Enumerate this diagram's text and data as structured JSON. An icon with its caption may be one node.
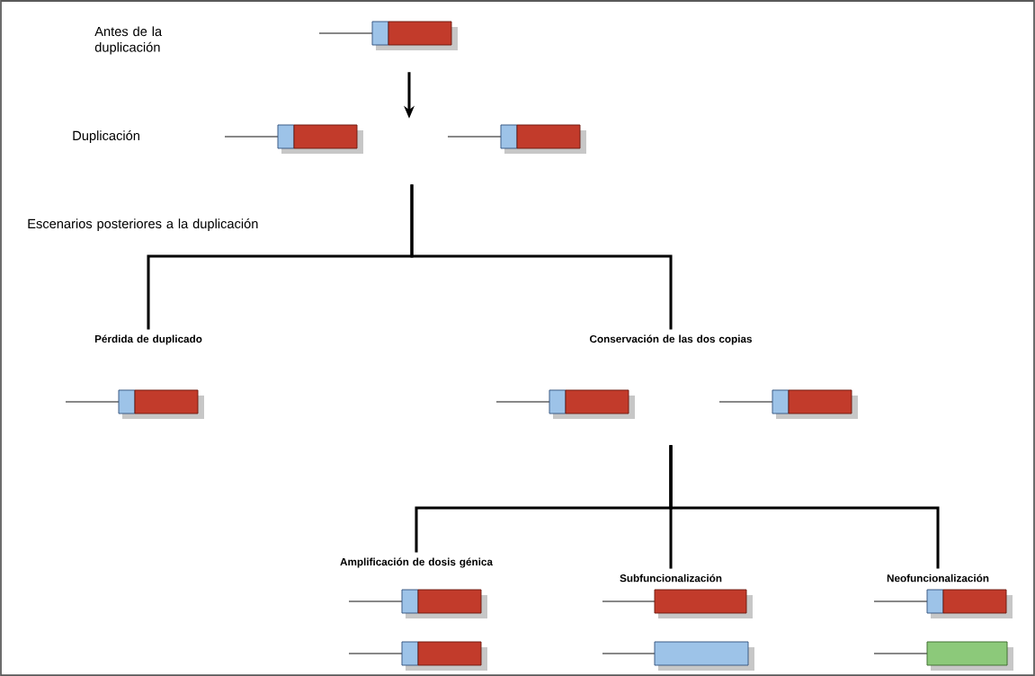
{
  "diagram": {
    "nodes": [
      {
        "text": [],
        "shape": "picture"
      },
      {
        "text": [],
        "shape": "picture"
      },
      {
        "text": [
          "Pérdida de duplicado"
        ]
      },
      {
        "text": [
          "Conservación de las dos copias"
        ]
      },
      {
        "text": [],
        "shape": "picture"
      },
      {
        "text": [
          "Amplificación de dosis génica"
        ]
      },
      {
        "text": [
          "Subfuncionalización"
        ]
      },
      {
        "text": [
          "Neofuncionalización"
        ]
      }
    ],
    "edges": [
      {
        "from": 0,
        "to": 1,
        "arrow": "to"
      },
      {
        "from": 1,
        "to": 2,
        "arrow": "none"
      },
      {
        "from": 1,
        "to": 3,
        "arrow": "none"
      },
      {
        "from": 4,
        "to": 5,
        "arrow": "none"
      },
      {
        "from": 4,
        "to": 6,
        "arrow": "none"
      },
      {
        "from": 4,
        "to": 7,
        "arrow": "none"
      }
    ],
    "labels": [
      "Antes de la duplicación",
      "Duplicación",
      "Escenarios posteriores a la duplicación"
    ]
  }
}
